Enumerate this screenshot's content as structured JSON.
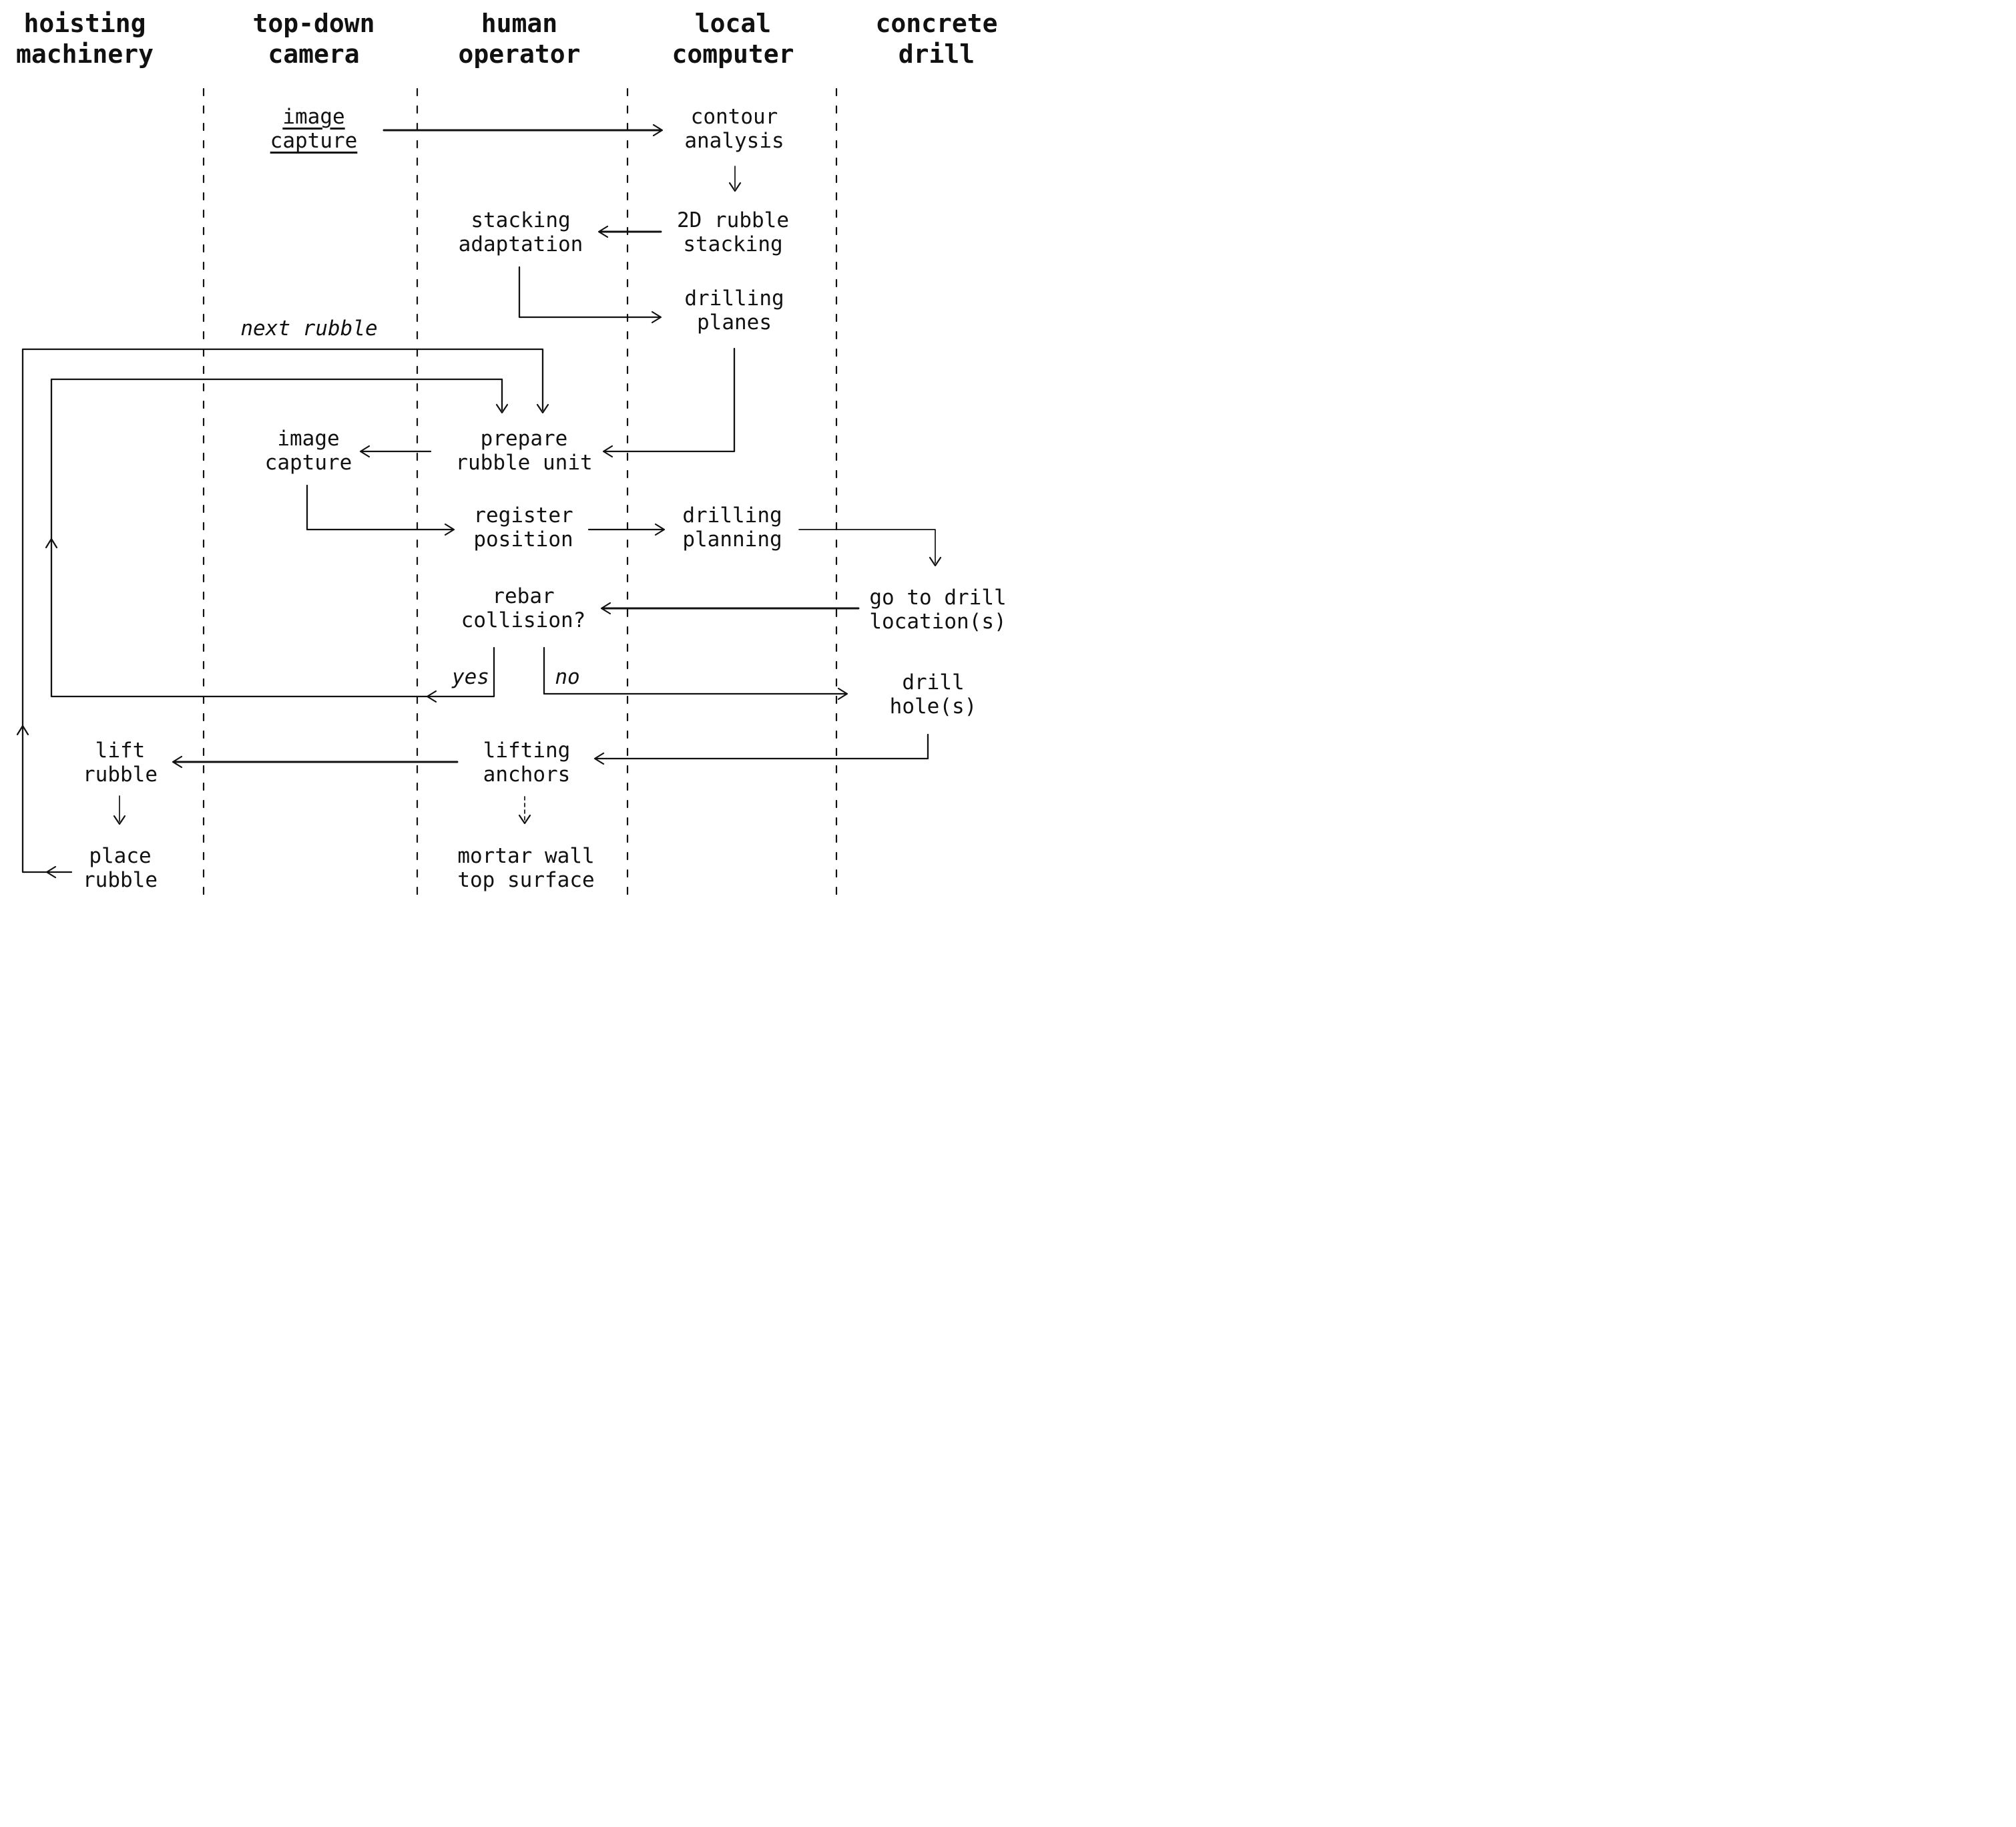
{
  "diagram": {
    "type": "swimlane-flowchart",
    "colors": {
      "ink": "#111111",
      "background": "#ffffff"
    },
    "lanes": [
      {
        "label": "hoisting\nmachinery"
      },
      {
        "label": "top-down\ncamera"
      },
      {
        "label": "human\noperator"
      },
      {
        "label": "local\ncomputer"
      },
      {
        "label": "concrete\ndrill"
      }
    ],
    "nodes": {
      "image_capture_start": "image\ncapture",
      "contour_analysis": "contour\nanalysis",
      "stacking_adaptation": "stacking\nadaptation",
      "rubble_stacking_2d": "2D rubble\nstacking",
      "drilling_planes": "drilling\nplanes",
      "prepare_rubble_unit": "prepare\nrubble unit",
      "image_capture_2": "image\ncapture",
      "register_position": "register\nposition",
      "drilling_planning": "drilling\nplanning",
      "go_to_drill_locations": "go to drill\nlocation(s)",
      "rebar_collision": "rebar\ncollision?",
      "drill_holes": "drill\nhole(s)",
      "lift_rubble": "lift\nrubble",
      "lifting_anchors": "lifting\nanchors",
      "place_rubble": "place\nrubble",
      "mortar_wall_top_surface": "mortar wall\ntop surface"
    },
    "edge_labels": {
      "next_rubble": "next rubble",
      "yes": "yes",
      "no": "no"
    }
  }
}
